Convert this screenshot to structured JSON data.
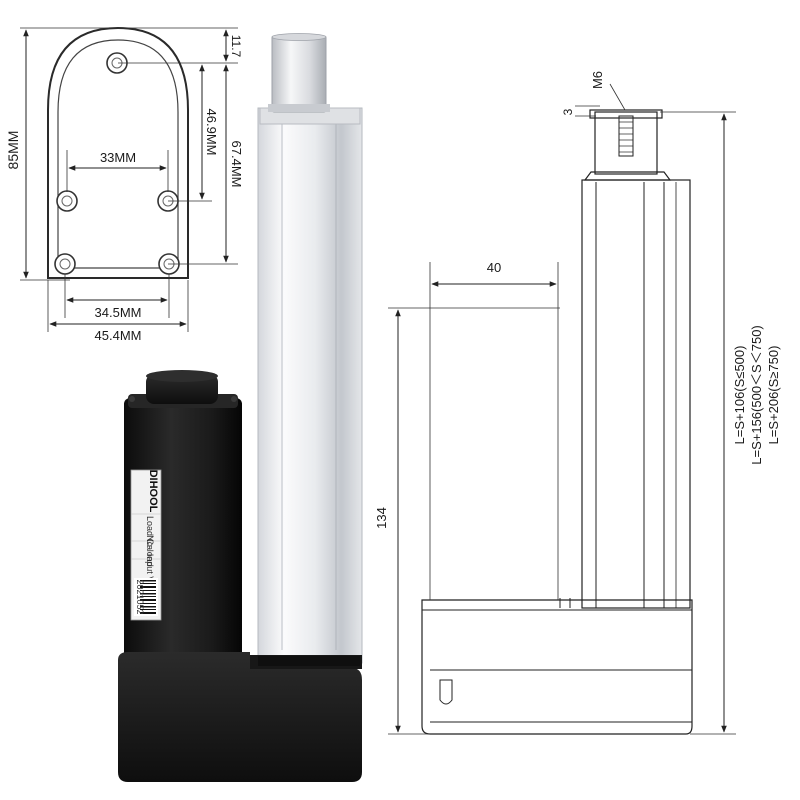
{
  "plate_view": {
    "height_total": "85MM",
    "top_offset": "11.7",
    "hole_vertical_spacing": "46.9MM",
    "outer_vertical": "67.4MM",
    "hole_horizontal_spacing": "33MM",
    "bottom_hole_spacing": "34.5MM",
    "plate_width": "45.4MM"
  },
  "product_photo": {
    "brand_text": "DIHOOL",
    "label_lines": [
      "Load Ca",
      "No-load",
      "Input V"
    ],
    "barcode_text": "2021052"
  },
  "side_view": {
    "thread_label": "M6",
    "thread_depth": "3",
    "horizontal_dim": "40",
    "vertical_dim": "134",
    "length_formulas": [
      "L=S+106(S≤500)",
      "L=S+156(500＜S＜750)",
      "L=S+206(S≥750)"
    ]
  },
  "colors": {
    "line": "#222222",
    "plate_stroke": "#2a2a2a",
    "motor_black": "#1b1b1b",
    "aluminum_light": "#f2f3f5",
    "aluminum_shade": "#c9ccd1"
  }
}
